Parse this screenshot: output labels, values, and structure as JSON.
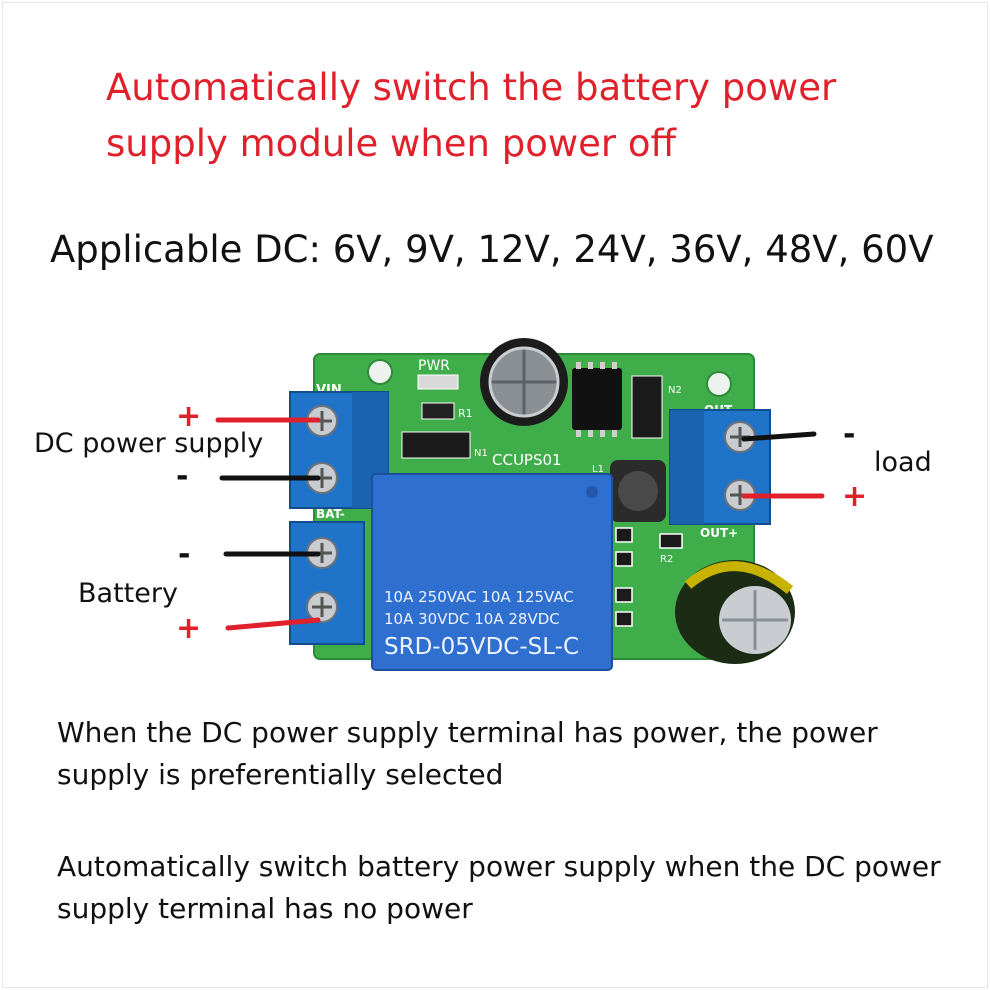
{
  "heading": "Automatically switch the battery power supply module when power off",
  "applicable_dc": "Applicable DC: 6V, 9V, 12V, 24V, 36V, 48V, 60V",
  "description": [
    "When the DC power supply terminal has power, the power supply is preferentially selected",
    "Automatically switch battery power supply when the DC power supply terminal has no power"
  ],
  "labels": {
    "dc_power_supply": "DC power supply",
    "battery": "Battery",
    "load": "load",
    "plus": "+",
    "minus": "-"
  },
  "board": {
    "pcb_id": "CCUPS01",
    "pwr": "PWR",
    "vin": "VIN",
    "out": "OUT",
    "bat": "BAT-",
    "out_plus": "OUT+",
    "r1": "R1",
    "r2": "R2",
    "n1": "N1",
    "n2": "N2",
    "l1": "L1",
    "relay_line1": "10A 250VAC  10A 125VAC",
    "relay_line2": "10A  30VDC  10A  28VDC",
    "relay_model": "SRD-05VDC-SL-C"
  },
  "colors": {
    "title": "#e0202a",
    "pcb": "#3fae4a",
    "terminal": "#1f73c9",
    "relay": "#2f6fd0",
    "wire_positive": "#e0202a",
    "wire_negative": "#111111"
  }
}
